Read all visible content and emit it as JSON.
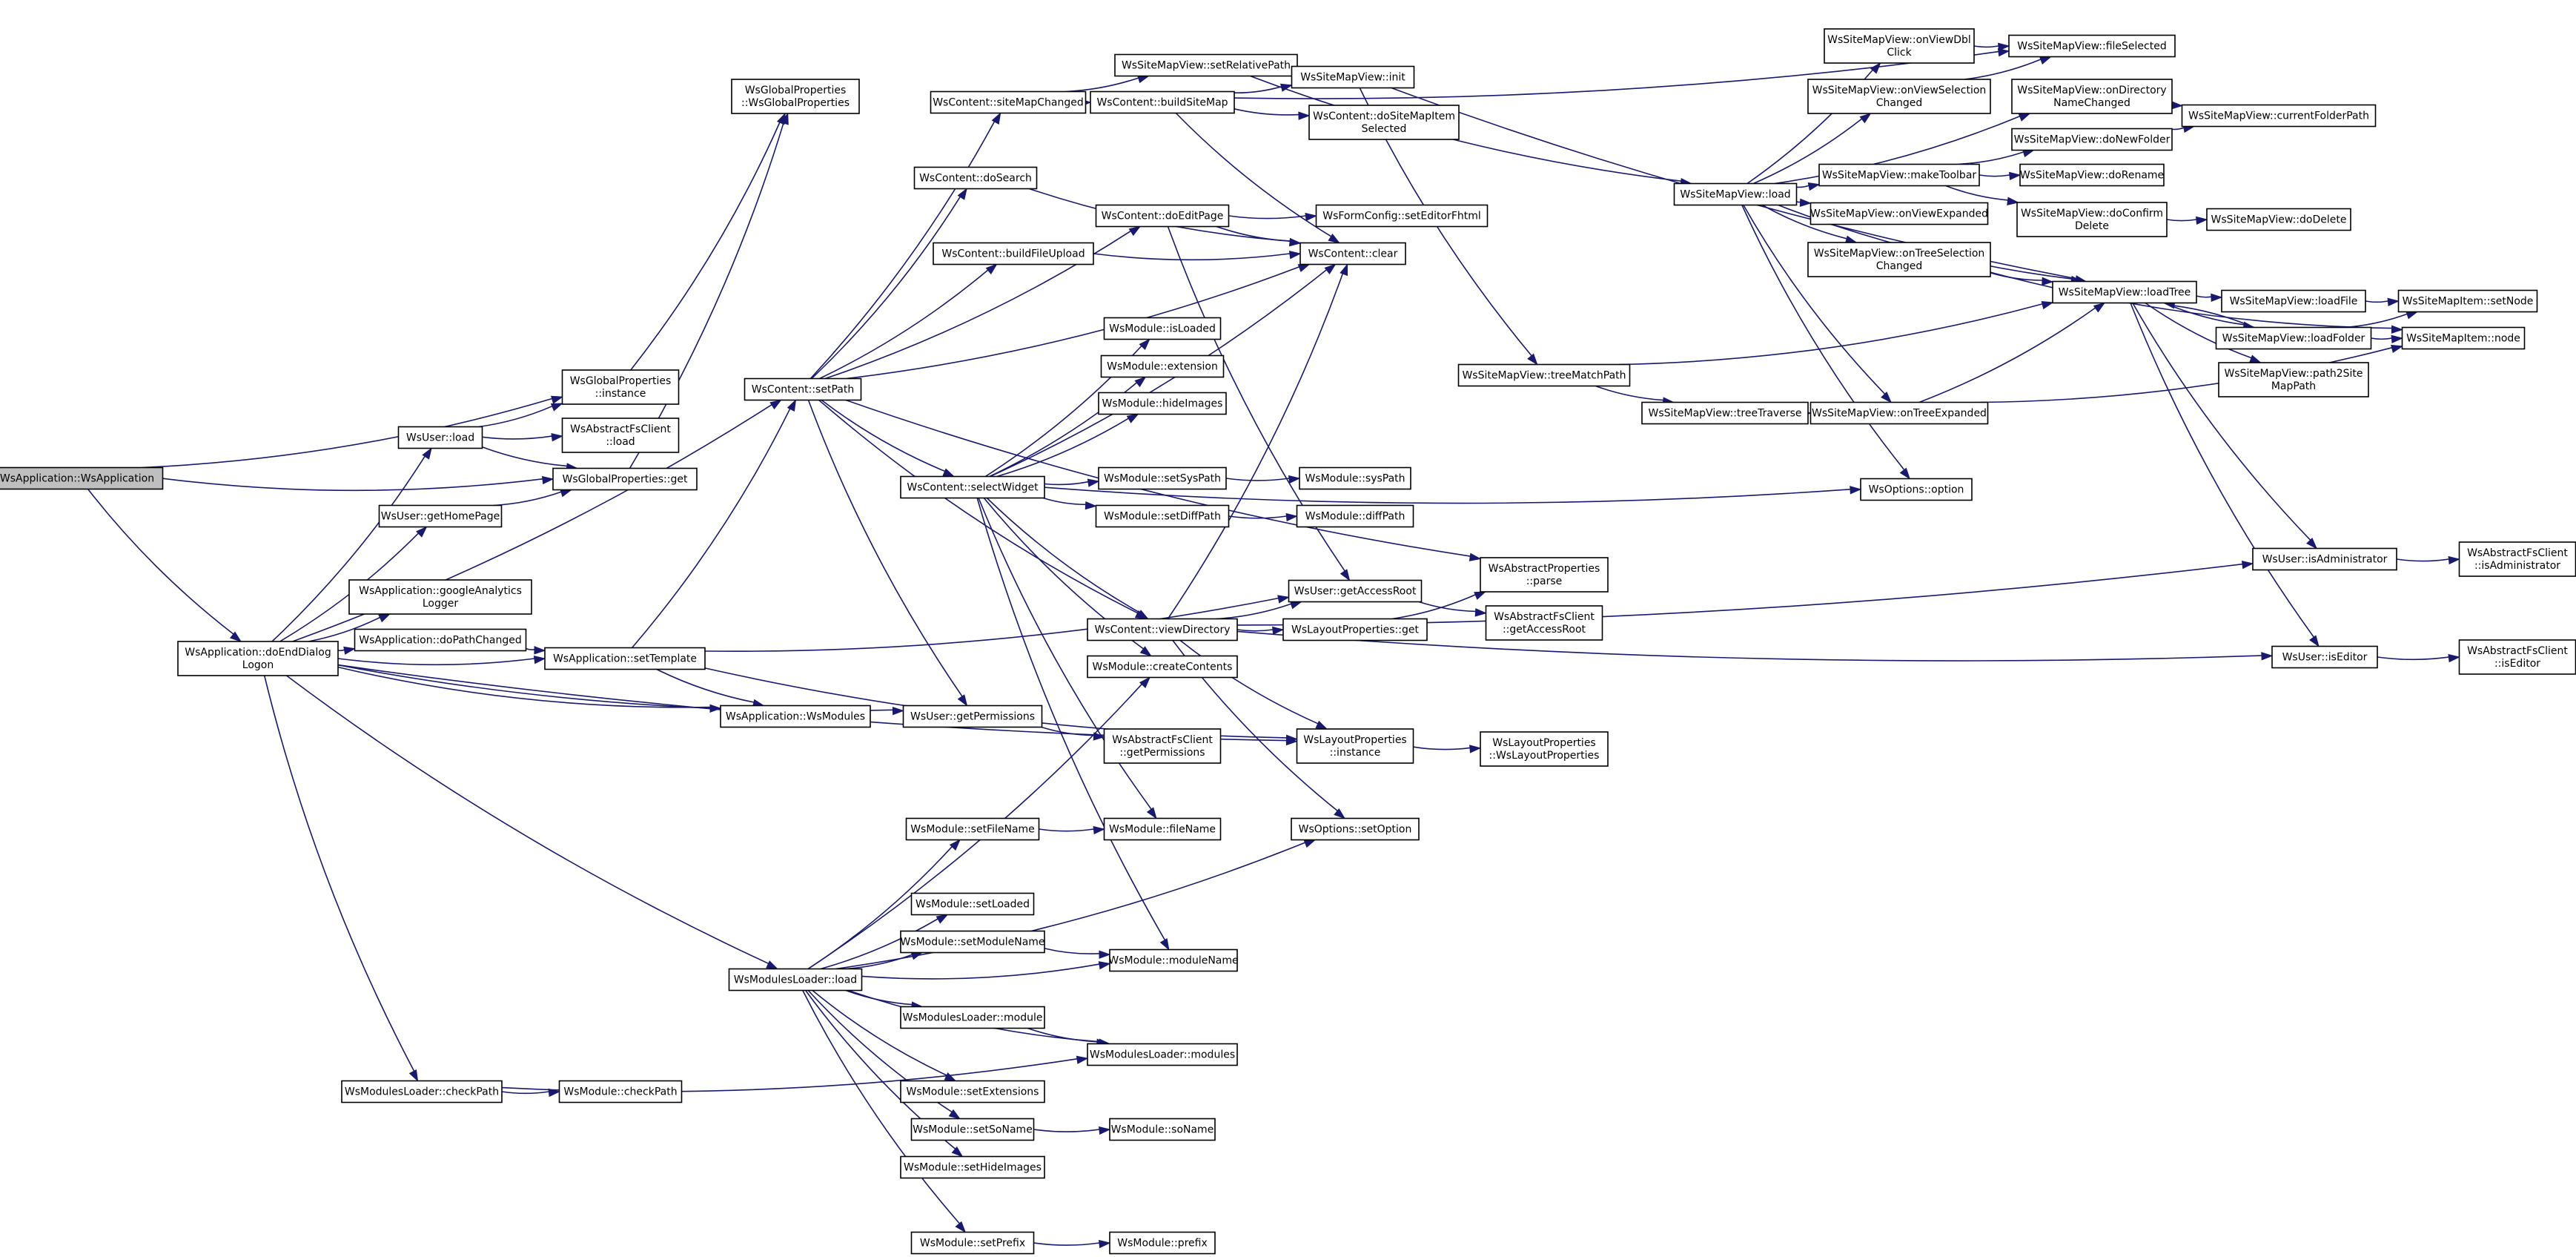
{
  "diagram": {
    "nodes": [
      {
        "id": "n1",
        "lines": [
          "WsApplication::WsApplication"
        ],
        "root": true
      },
      {
        "id": "n2",
        "lines": [
          "WsApplication::doEndDialog",
          "Logon"
        ]
      },
      {
        "id": "n3",
        "lines": [
          "WsGlobalProperties",
          "::instance"
        ]
      },
      {
        "id": "n4",
        "lines": [
          "WsGlobalProperties::get"
        ]
      },
      {
        "id": "n5",
        "lines": [
          "WsGlobalProperties",
          "::WsGlobalProperties"
        ]
      },
      {
        "id": "n6",
        "lines": [
          "WsUser::load"
        ]
      },
      {
        "id": "n7",
        "lines": [
          "WsAbstractFsClient",
          "::load"
        ]
      },
      {
        "id": "n8",
        "lines": [
          "WsUser::getHomePage"
        ]
      },
      {
        "id": "n9",
        "lines": [
          "WsApplication::googleAnalytics",
          "Logger"
        ]
      },
      {
        "id": "n10",
        "lines": [
          "WsApplication::doPathChanged"
        ]
      },
      {
        "id": "n11",
        "lines": [
          "WsApplication::setTemplate"
        ]
      },
      {
        "id": "n12",
        "lines": [
          "WsApplication::WsModules"
        ]
      },
      {
        "id": "n13",
        "lines": [
          "WsContent::setPath"
        ]
      },
      {
        "id": "n14",
        "lines": [
          "WsContent::siteMapChanged"
        ]
      },
      {
        "id": "n15",
        "lines": [
          "WsContent::doSearch"
        ]
      },
      {
        "id": "n16",
        "lines": [
          "WsContent::buildFileUpload"
        ]
      },
      {
        "id": "n17",
        "lines": [
          "WsContent::selectWidget"
        ]
      },
      {
        "id": "n18",
        "lines": [
          "WsSiteMapView::setRelativePath"
        ]
      },
      {
        "id": "n19",
        "lines": [
          "WsContent::buildSiteMap"
        ]
      },
      {
        "id": "n20",
        "lines": [
          "WsContent::doEditPage"
        ]
      },
      {
        "id": "n21",
        "lines": [
          "WsContent::clear"
        ]
      },
      {
        "id": "n22",
        "lines": [
          "WsContent::doSiteMapItem",
          "Selected"
        ]
      },
      {
        "id": "n23",
        "lines": [
          "WsFormConfig::setEditorFhtml"
        ]
      },
      {
        "id": "n24",
        "lines": [
          "WsSiteMapView::init"
        ]
      },
      {
        "id": "n25",
        "lines": [
          "WsSiteMapView::load"
        ]
      },
      {
        "id": "n26",
        "lines": [
          "WsSiteMapView::onViewDbl",
          "Click"
        ]
      },
      {
        "id": "n27",
        "lines": [
          "WsSiteMapView::fileSelected"
        ]
      },
      {
        "id": "n28",
        "lines": [
          "WsSiteMapView::onViewSelection",
          "Changed"
        ]
      },
      {
        "id": "n29",
        "lines": [
          "WsSiteMapView::onDirectory",
          "NameChanged"
        ]
      },
      {
        "id": "n30",
        "lines": [
          "WsSiteMapView::currentFolderPath"
        ]
      },
      {
        "id": "n31",
        "lines": [
          "WsSiteMapView::makeToolbar"
        ]
      },
      {
        "id": "n32",
        "lines": [
          "WsSiteMapView::doNewFolder"
        ]
      },
      {
        "id": "n33",
        "lines": [
          "WsSiteMapView::doRename"
        ]
      },
      {
        "id": "n34",
        "lines": [
          "WsSiteMapView::doConfirm",
          "Delete"
        ]
      },
      {
        "id": "n35",
        "lines": [
          "WsSiteMapView::doDelete"
        ]
      },
      {
        "id": "n36",
        "lines": [
          "WsSiteMapView::onViewExpanded"
        ]
      },
      {
        "id": "n37",
        "lines": [
          "WsSiteMapView::onTreeSelection",
          "Changed"
        ]
      },
      {
        "id": "n38",
        "lines": [
          "WsSiteMapView::loadTree"
        ]
      },
      {
        "id": "n39",
        "lines": [
          "WsSiteMapView::loadFile"
        ]
      },
      {
        "id": "n40",
        "lines": [
          "WsSiteMapView::loadFolder"
        ]
      },
      {
        "id": "n41",
        "lines": [
          "WsSiteMapView::path2Site",
          "MapPath"
        ]
      },
      {
        "id": "n42",
        "lines": [
          "WsSiteMapItem::setNode"
        ]
      },
      {
        "id": "n43",
        "lines": [
          "WsSiteMapItem::node"
        ]
      },
      {
        "id": "n44",
        "lines": [
          "WsSiteMapView::treeMatchPath"
        ]
      },
      {
        "id": "n45",
        "lines": [
          "WsSiteMapView::treeTraverse"
        ]
      },
      {
        "id": "n46",
        "lines": [
          "WsSiteMapView::onTreeExpanded"
        ]
      },
      {
        "id": "n47",
        "lines": [
          "WsOptions::option"
        ]
      },
      {
        "id": "n48",
        "lines": [
          "WsModule::isLoaded"
        ]
      },
      {
        "id": "n49",
        "lines": [
          "WsModule::extension"
        ]
      },
      {
        "id": "n50",
        "lines": [
          "WsModule::hideImages"
        ]
      },
      {
        "id": "n51",
        "lines": [
          "WsModule::setSysPath"
        ]
      },
      {
        "id": "n52",
        "lines": [
          "WsModule::sysPath"
        ]
      },
      {
        "id": "n53",
        "lines": [
          "WsModule::setDiffPath"
        ]
      },
      {
        "id": "n54",
        "lines": [
          "WsModule::diffPath"
        ]
      },
      {
        "id": "n55",
        "lines": [
          "WsUser::getAccessRoot"
        ]
      },
      {
        "id": "n56",
        "lines": [
          "WsAbstractProperties",
          "::parse"
        ]
      },
      {
        "id": "n57",
        "lines": [
          "WsContent::viewDirectory"
        ]
      },
      {
        "id": "n58",
        "lines": [
          "WsLayoutProperties::get"
        ]
      },
      {
        "id": "n59",
        "lines": [
          "WsAbstractFsClient",
          "::getAccessRoot"
        ]
      },
      {
        "id": "n60",
        "lines": [
          "WsModule::createContents"
        ]
      },
      {
        "id": "n61",
        "lines": [
          "WsUser::isAdministrator"
        ]
      },
      {
        "id": "n62",
        "lines": [
          "WsAbstractFsClient",
          "::isAdministrator"
        ]
      },
      {
        "id": "n63",
        "lines": [
          "WsUser::isEditor"
        ]
      },
      {
        "id": "n64",
        "lines": [
          "WsAbstractFsClient",
          "::isEditor"
        ]
      },
      {
        "id": "n65",
        "lines": [
          "WsUser::getPermissions"
        ]
      },
      {
        "id": "n66",
        "lines": [
          "WsAbstractFsClient",
          "::getPermissions"
        ]
      },
      {
        "id": "n67",
        "lines": [
          "WsLayoutProperties",
          "::instance"
        ]
      },
      {
        "id": "n68",
        "lines": [
          "WsLayoutProperties",
          "::WsLayoutProperties"
        ]
      },
      {
        "id": "n69",
        "lines": [
          "WsModule::setFileName"
        ]
      },
      {
        "id": "n70",
        "lines": [
          "WsModule::fileName"
        ]
      },
      {
        "id": "n71",
        "lines": [
          "WsOptions::setOption"
        ]
      },
      {
        "id": "n72",
        "lines": [
          "WsModule::setLoaded"
        ]
      },
      {
        "id": "n73",
        "lines": [
          "WsModule::setModuleName"
        ]
      },
      {
        "id": "n74",
        "lines": [
          "WsModule::moduleName"
        ]
      },
      {
        "id": "n75",
        "lines": [
          "WsModulesLoader::load"
        ]
      },
      {
        "id": "n76",
        "lines": [
          "WsModulesLoader::module"
        ]
      },
      {
        "id": "n77",
        "lines": [
          "WsModulesLoader::modules"
        ]
      },
      {
        "id": "n78",
        "lines": [
          "WsModule::setExtensions"
        ]
      },
      {
        "id": "n79",
        "lines": [
          "WsModule::setSoName"
        ]
      },
      {
        "id": "n80",
        "lines": [
          "WsModule::soName"
        ]
      },
      {
        "id": "n81",
        "lines": [
          "WsModule::setHideImages"
        ]
      },
      {
        "id": "n82",
        "lines": [
          "WsModule::setPrefix"
        ]
      },
      {
        "id": "n83",
        "lines": [
          "WsModule::prefix"
        ]
      },
      {
        "id": "n84",
        "lines": [
          "WsModulesLoader::checkPath"
        ]
      },
      {
        "id": "n85",
        "lines": [
          "WsModule::checkPath"
        ]
      }
    ],
    "edges": [
      [
        "n1",
        "n3"
      ],
      [
        "n1",
        "n4"
      ],
      [
        "n1",
        "n2"
      ],
      [
        "n2",
        "n6"
      ],
      [
        "n2",
        "n8"
      ],
      [
        "n2",
        "n9"
      ],
      [
        "n2",
        "n10"
      ],
      [
        "n2",
        "n11"
      ],
      [
        "n2",
        "n12"
      ],
      [
        "n2",
        "n13"
      ],
      [
        "n2",
        "n65"
      ],
      [
        "n2",
        "n67"
      ],
      [
        "n2",
        "n75"
      ],
      [
        "n2",
        "n84"
      ],
      [
        "n3",
        "n5"
      ],
      [
        "n4",
        "n5"
      ],
      [
        "n6",
        "n3"
      ],
      [
        "n6",
        "n7"
      ],
      [
        "n6",
        "n4"
      ],
      [
        "n8",
        "n4"
      ],
      [
        "n10",
        "n11"
      ],
      [
        "n11",
        "n13"
      ],
      [
        "n11",
        "n12"
      ],
      [
        "n11",
        "n55"
      ],
      [
        "n11",
        "n67"
      ],
      [
        "n13",
        "n14"
      ],
      [
        "n13",
        "n15"
      ],
      [
        "n13",
        "n16"
      ],
      [
        "n13",
        "n17"
      ],
      [
        "n13",
        "n20"
      ],
      [
        "n13",
        "n21"
      ],
      [
        "n13",
        "n56"
      ],
      [
        "n13",
        "n57"
      ],
      [
        "n13",
        "n65"
      ],
      [
        "n14",
        "n18"
      ],
      [
        "n14",
        "n19"
      ],
      [
        "n15",
        "n21"
      ],
      [
        "n16",
        "n21"
      ],
      [
        "n18",
        "n25"
      ],
      [
        "n19",
        "n24"
      ],
      [
        "n19",
        "n22"
      ],
      [
        "n19",
        "n21"
      ],
      [
        "n19",
        "n27"
      ],
      [
        "n20",
        "n23"
      ],
      [
        "n20",
        "n21"
      ],
      [
        "n20",
        "n55"
      ],
      [
        "n24",
        "n44"
      ],
      [
        "n24",
        "n38"
      ],
      [
        "n25",
        "n26"
      ],
      [
        "n25",
        "n28"
      ],
      [
        "n25",
        "n29"
      ],
      [
        "n25",
        "n31"
      ],
      [
        "n25",
        "n36"
      ],
      [
        "n25",
        "n37"
      ],
      [
        "n25",
        "n38"
      ],
      [
        "n25",
        "n46"
      ],
      [
        "n25",
        "n47"
      ],
      [
        "n26",
        "n27"
      ],
      [
        "n28",
        "n27"
      ],
      [
        "n29",
        "n30"
      ],
      [
        "n31",
        "n32"
      ],
      [
        "n31",
        "n33"
      ],
      [
        "n31",
        "n34"
      ],
      [
        "n32",
        "n30"
      ],
      [
        "n34",
        "n35"
      ],
      [
        "n37",
        "n38"
      ],
      [
        "n37",
        "n43"
      ],
      [
        "n38",
        "n39"
      ],
      [
        "n38",
        "n40"
      ],
      [
        "n38",
        "n41"
      ],
      [
        "n38",
        "n61"
      ],
      [
        "n38",
        "n63"
      ],
      [
        "n39",
        "n42"
      ],
      [
        "n40",
        "n38"
      ],
      [
        "n40",
        "n42"
      ],
      [
        "n40",
        "n43"
      ],
      [
        "n44",
        "n38"
      ],
      [
        "n44",
        "n45"
      ],
      [
        "n45",
        "n46"
      ],
      [
        "n46",
        "n38"
      ],
      [
        "n46",
        "n43"
      ],
      [
        "n17",
        "n48"
      ],
      [
        "n17",
        "n49"
      ],
      [
        "n17",
        "n50"
      ],
      [
        "n17",
        "n51"
      ],
      [
        "n17",
        "n53"
      ],
      [
        "n17",
        "n21"
      ],
      [
        "n17",
        "n47"
      ],
      [
        "n17",
        "n57"
      ],
      [
        "n17",
        "n60"
      ],
      [
        "n17",
        "n70"
      ],
      [
        "n17",
        "n74"
      ],
      [
        "n51",
        "n52"
      ],
      [
        "n53",
        "n54"
      ],
      [
        "n55",
        "n59"
      ],
      [
        "n57",
        "n55"
      ],
      [
        "n57",
        "n58"
      ],
      [
        "n57",
        "n21"
      ],
      [
        "n57",
        "n61"
      ],
      [
        "n57",
        "n63"
      ],
      [
        "n57",
        "n67"
      ],
      [
        "n57",
        "n71"
      ],
      [
        "n58",
        "n56"
      ],
      [
        "n61",
        "n62"
      ],
      [
        "n63",
        "n64"
      ],
      [
        "n65",
        "n66"
      ],
      [
        "n67",
        "n68"
      ],
      [
        "n69",
        "n70"
      ],
      [
        "n73",
        "n74"
      ],
      [
        "n75",
        "n60"
      ],
      [
        "n75",
        "n69"
      ],
      [
        "n75",
        "n71"
      ],
      [
        "n75",
        "n72"
      ],
      [
        "n75",
        "n73"
      ],
      [
        "n75",
        "n74"
      ],
      [
        "n75",
        "n76"
      ],
      [
        "n75",
        "n77"
      ],
      [
        "n75",
        "n78"
      ],
      [
        "n75",
        "n79"
      ],
      [
        "n75",
        "n81"
      ],
      [
        "n75",
        "n82"
      ],
      [
        "n76",
        "n77"
      ],
      [
        "n79",
        "n80"
      ],
      [
        "n82",
        "n83"
      ],
      [
        "n84",
        "n85"
      ],
      [
        "n84",
        "n77"
      ]
    ]
  }
}
